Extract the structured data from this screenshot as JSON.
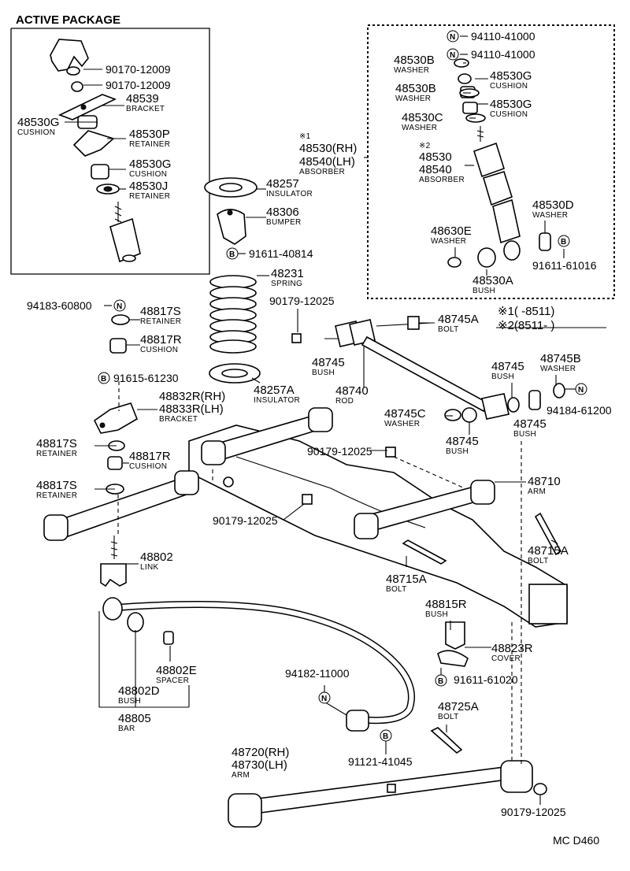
{
  "section_title": "ACTIVE PACKAGE",
  "figure_code": "MC D460",
  "symbols": {
    "n": "N",
    "b": "B"
  },
  "legend": {
    "row1": "※1(      -8511)",
    "row2": "※2(8511-      )"
  },
  "parts": {
    "p1": "90170-12009",
    "p2": "90170-12009",
    "p3": "48539",
    "p3n": "BRACKET",
    "p4": "48530G",
    "p4n": "CUSHION",
    "p5": "48530P",
    "p5n": "RETAINER",
    "p6": "48530G",
    "p6n": "CUSHION",
    "p7": "48530J",
    "p7n": "RETAINER",
    "q1": "94110-41000",
    "q2": "94110-41000",
    "q3": "48530B",
    "q3n": "WASHER",
    "q4": "48530G",
    "q4n": "CUSHION",
    "q5": "48530B",
    "q5n": "WASHER",
    "q6": "48530G",
    "q6n": "CUSHION",
    "q7": "48530C",
    "q7n": "WASHER",
    "q8m": "※2",
    "q8a": "48530",
    "q8b": "48540",
    "q8n": "ABSORBER",
    "q9": "48530D",
    "q9n": "WASHER",
    "q10": "48630E",
    "q10n": "WASHER",
    "q11": "91611-61016",
    "q12": "48530A",
    "q12n": "BUSH",
    "a1m": "※1",
    "a1a": "48530(RH)",
    "a1b": "48540(LH)",
    "a1n": "ABSORBER",
    "a2": "48257",
    "a2n": "INSULATOR",
    "a3": "48306",
    "a3n": "BUMPER",
    "a4": "91611-40814",
    "a5": "48231",
    "a5n": "SPRING",
    "a6": "90179-12025",
    "a7": "48257A",
    "a7n": "INSULATOR",
    "l1": "94183-60800",
    "l2": "48817S",
    "l2n": "RETAINER",
    "l3": "48817R",
    "l3n": "CUSHION",
    "l4": "91615-61230",
    "l5a": "48832R(RH)",
    "l5b": "48833R(LH)",
    "l5n": "BRACKET",
    "l6": "48817S",
    "l6n": "RETAINER",
    "l7": "48817R",
    "l7n": "CUSHION",
    "l8": "48817S",
    "l8n": "RETAINER",
    "r1": "48745A",
    "r1n": "BOLT",
    "r2": "48745",
    "r2n": "BUSH",
    "r3": "48740",
    "r3n": "ROD",
    "r4": "48745",
    "r4n": "BUSH",
    "r5": "48745B",
    "r5n": "WASHER",
    "r6": "94184-61200",
    "r7": "48745C",
    "r7n": "WASHER",
    "r8": "48745",
    "r8n": "BUSH",
    "r9": "48745",
    "r9n": "BUSH",
    "m1": "90179-12025",
    "m2": "90179-12025",
    "m3": "48710",
    "m3n": "ARM",
    "m4": "48715A",
    "m4n": "BOLT",
    "m5": "48715A",
    "m5n": "BOLT",
    "m6": "48802",
    "m6n": "LINK",
    "s1": "48815R",
    "s1n": "BUSH",
    "s2": "48823R",
    "s2n": "COVER",
    "s3": "91611-61020",
    "s4": "94182-11000",
    "s5": "48802E",
    "s5n": "SPACER",
    "s6": "48802D",
    "s6n": "BUSH",
    "s7": "48805",
    "s7n": "BAR",
    "s8": "48725A",
    "s8n": "BOLT",
    "s9": "91121-41045",
    "s10a": "48720(RH)",
    "s10b": "48730(LH)",
    "s10n": "ARM",
    "s11": "90179-12025"
  }
}
